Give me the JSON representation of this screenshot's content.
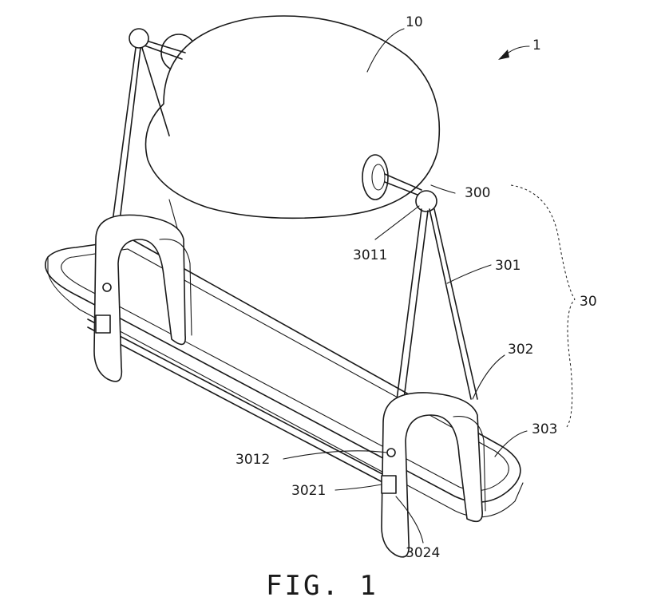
{
  "figure": {
    "caption": "FIG. 1",
    "labels": {
      "l1": "1",
      "l10": "10",
      "l30": "30",
      "l300": "300",
      "l3011": "3011",
      "l301": "301",
      "l302": "302",
      "l303": "303",
      "l3012": "3012",
      "l3021": "3021",
      "l3024": "3024"
    }
  }
}
